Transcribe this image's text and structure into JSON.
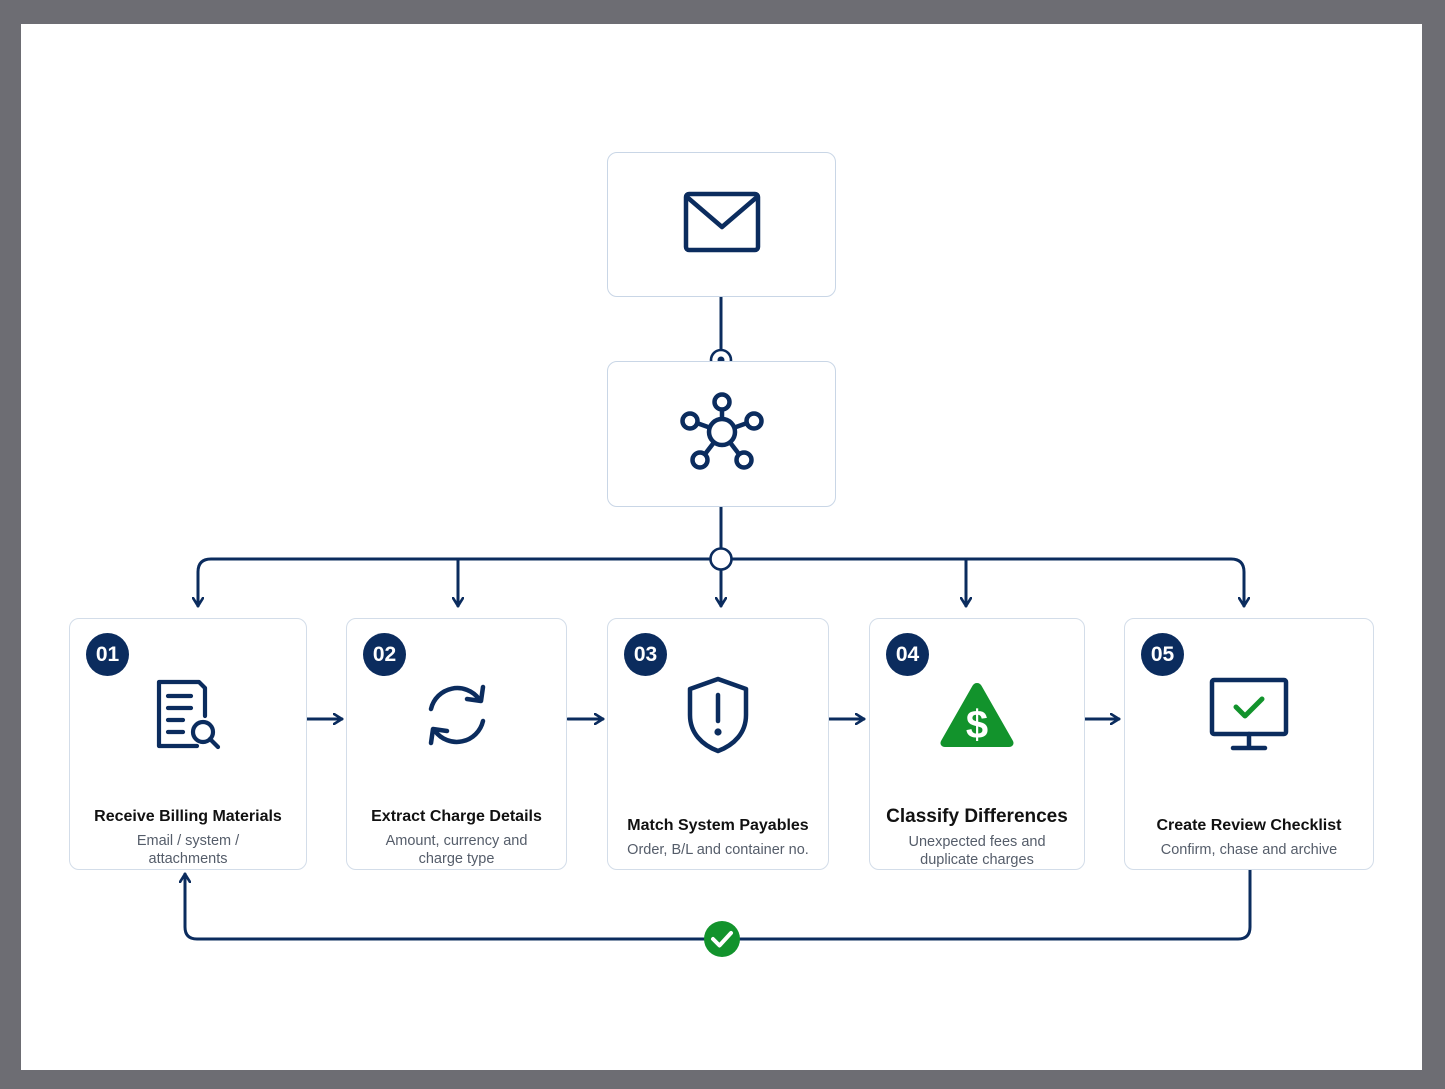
{
  "colors": {
    "navy": "#0b2c5e",
    "green": "#12932c",
    "border": "#d3dde9",
    "frame": "#6d6d73"
  },
  "top_nodes": [
    {
      "icon": "envelope-icon"
    },
    {
      "icon": "network-hub-icon"
    }
  ],
  "steps": [
    {
      "number": "01",
      "title": "Receive Billing Materials",
      "desc": [
        "Email / system /",
        "attachments"
      ],
      "icon": "document-search-icon"
    },
    {
      "number": "02",
      "title": "Extract Charge Details",
      "desc": [
        "Amount, currency and",
        "charge type"
      ],
      "icon": "refresh-cycle-icon"
    },
    {
      "number": "03",
      "title": "Match System Payables",
      "desc": [
        "Order, B/L and container no."
      ],
      "icon": "shield-alert-icon"
    },
    {
      "number": "04",
      "title": "Classify Differences",
      "desc": [
        "Unexpected fees and",
        "duplicate charges"
      ],
      "icon": "dollar-warning-icon"
    },
    {
      "number": "05",
      "title": "Create Review Checklist",
      "desc": [
        "Confirm, chase and archive"
      ],
      "icon": "monitor-check-icon"
    }
  ],
  "loop_badge": {
    "icon": "check-circle-icon"
  }
}
